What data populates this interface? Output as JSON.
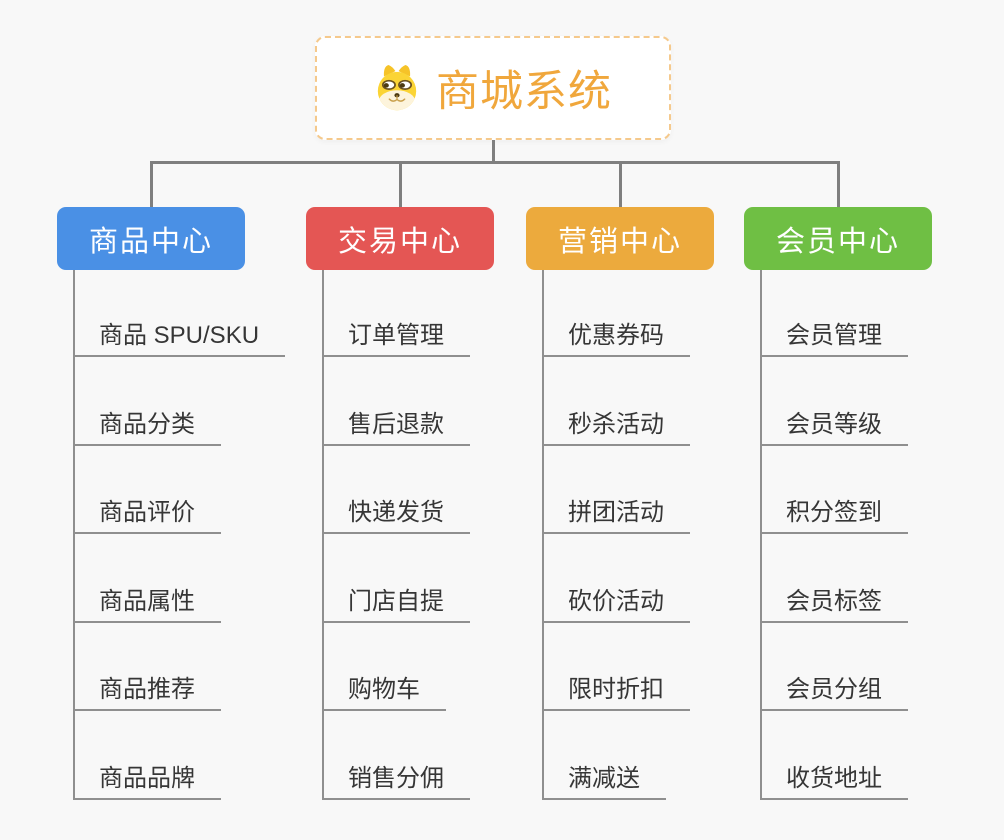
{
  "root": {
    "title": "商城系统",
    "icon": "dog-face-icon",
    "accent_color": "#f0a73c",
    "border_color": "#f5c98c"
  },
  "colors": {
    "background": "#f8f8f8",
    "connector": "#7f7f7f",
    "leaf_line": "#8f8f8f",
    "leaf_text": "#363636"
  },
  "branches": [
    {
      "key": "product-center",
      "label": "商品中心",
      "color": "#4a90e5",
      "items": [
        "商品 SPU/SKU",
        "商品分类",
        "商品评价",
        "商品属性",
        "商品推荐",
        "商品品牌"
      ]
    },
    {
      "key": "trade-center",
      "label": "交易中心",
      "color": "#e45654",
      "items": [
        "订单管理",
        "售后退款",
        "快递发货",
        "门店自提",
        "购物车",
        "销售分佣"
      ]
    },
    {
      "key": "marketing-center",
      "label": "营销中心",
      "color": "#ecaa3d",
      "items": [
        "优惠券码",
        "秒杀活动",
        "拼团活动",
        "砍价活动",
        "限时折扣",
        "满减送"
      ]
    },
    {
      "key": "member-center",
      "label": "会员中心",
      "color": "#6fbf44",
      "items": [
        "会员管理",
        "会员等级",
        "积分签到",
        "会员标签",
        "会员分组",
        "收货地址"
      ]
    }
  ]
}
